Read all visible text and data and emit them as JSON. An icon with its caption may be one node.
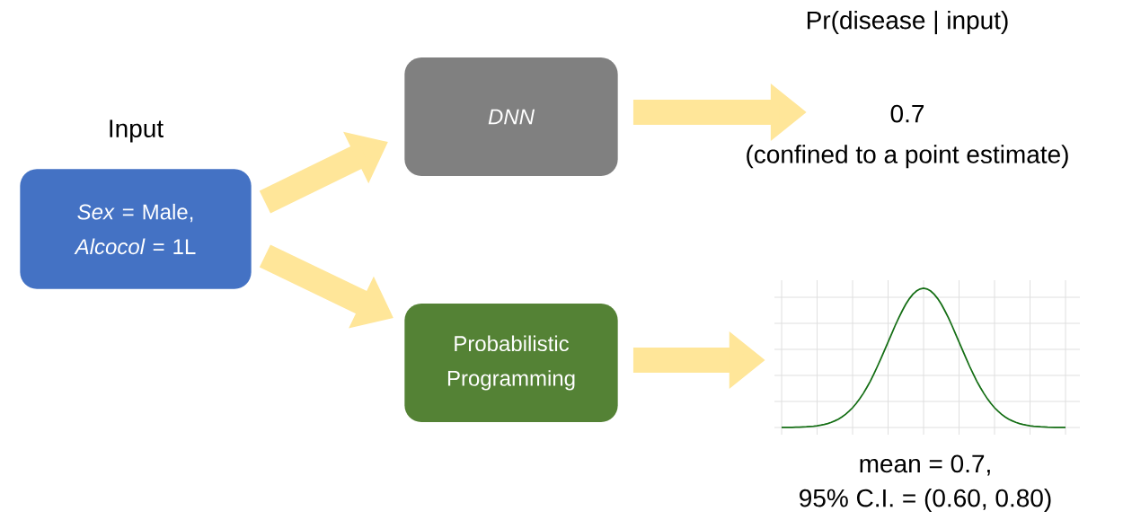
{
  "diagram": {
    "title": "Pr(disease | input)",
    "nodes": [
      {
        "text": [
          "Input",
          "*Sex* = Male, *Alcocol* = 1L"
        ]
      },
      {
        "text": [
          "DNN"
        ]
      },
      {
        "text": [
          "Probabilistic Programming"
        ]
      },
      {
        "text": [
          "0.7",
          "(confined to a point estimate)"
        ]
      },
      {
        "text": [],
        "shape": "chart",
        "beside": [
          "mean = 0.7,",
          "95% C.I. = (0.60, 0.80)"
        ]
      }
    ],
    "edges": [
      {
        "from": 0,
        "to": 1,
        "arrow": "to"
      },
      {
        "from": 0,
        "to": 2,
        "arrow": "to"
      },
      {
        "from": 1,
        "to": 3,
        "arrow": "to"
      },
      {
        "from": 2,
        "to": 4,
        "arrow": "to"
      }
    ]
  }
}
